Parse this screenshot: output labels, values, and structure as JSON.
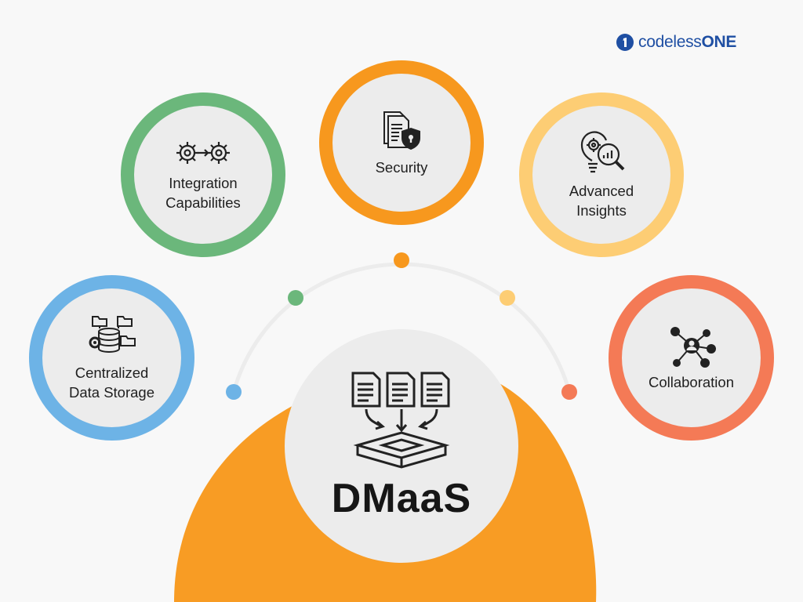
{
  "logo": {
    "mark": "1",
    "text_regular": "codeless",
    "text_bold": "ONE",
    "color": "#1f4fa3"
  },
  "hub": {
    "title": "DMaaS",
    "icon": "documents-into-storage-box-icon",
    "blob_color": "#f89c24"
  },
  "arc": {
    "color": "#ececec"
  },
  "features": [
    {
      "label": "Centralized\nData Storage",
      "color": "#6db3e6",
      "icon": "database-folders-icon"
    },
    {
      "label": "Integration\nCapabilities",
      "color": "#6bb77b",
      "icon": "linked-gears-icon"
    },
    {
      "label": "Security",
      "color": "#f7981e",
      "icon": "document-shield-lock-icon"
    },
    {
      "label": "Advanced\nInsights",
      "color": "#fdcd74",
      "icon": "lightbulb-magnifier-icon"
    },
    {
      "label": "Collaboration",
      "color": "#f47a56",
      "icon": "people-network-icon"
    }
  ]
}
